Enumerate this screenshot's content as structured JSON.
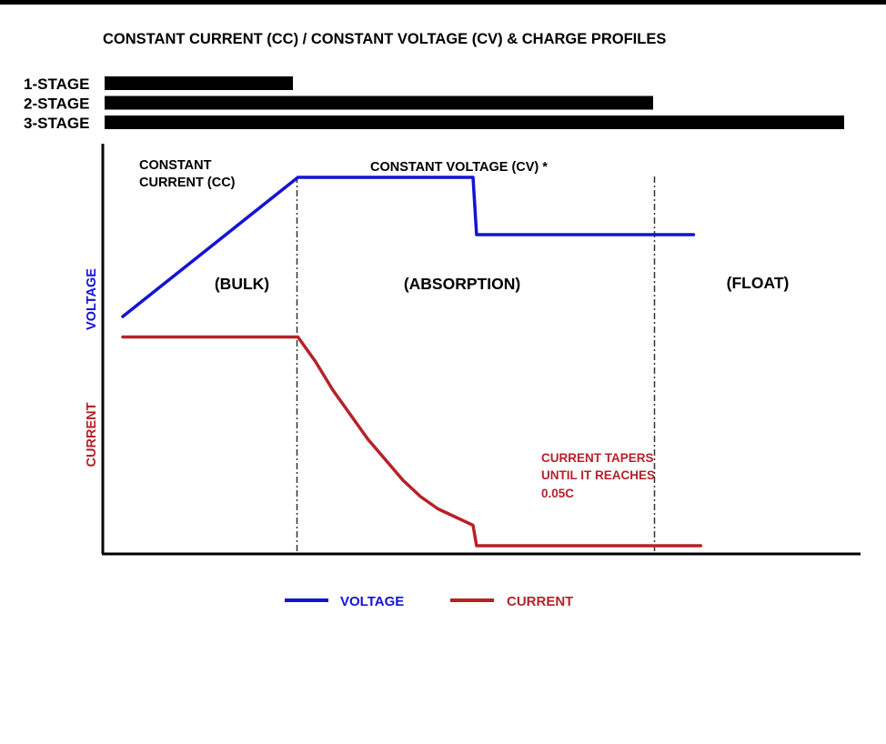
{
  "title": "CONSTANT CURRENT (CC) / CONSTANT VOLTAGE (CV) &  CHARGE PROFILES",
  "colors": {
    "voltage": "#1414d2",
    "current": "#b52228",
    "ink": "#000000"
  },
  "stage_bars": [
    {
      "label": "1-STAGE",
      "extent_x": 1
    },
    {
      "label": "2-STAGE",
      "extent_x": 2
    },
    {
      "label": "3-STAGE",
      "extent_x": 3
    }
  ],
  "region_labels": {
    "cc_line1": "CONSTANT",
    "cc_line2": "CURRENT (CC)",
    "cv": "CONSTANT VOLTAGE (CV) *",
    "bulk": "(BULK)",
    "absorption": "(ABSORPTION)",
    "float": "(FLOAT)"
  },
  "axis_labels": {
    "voltage": "VOLTAGE",
    "current": "CURRENT"
  },
  "annotation": {
    "line1": "CURRENT TAPERS",
    "line2": "UNTIL IT REACHES",
    "line3": "0.05C"
  },
  "legend": {
    "voltage": "VOLTAGE",
    "current": "CURRENT"
  },
  "chart_data": {
    "type": "line",
    "title": "CONSTANT CURRENT (CC) / CONSTANT VOLTAGE (CV) &  CHARGE PROFILES",
    "xlabel": "",
    "ylabel": "",
    "xlim": [
      0,
      3.3
    ],
    "ylim": [
      0,
      1
    ],
    "grid": false,
    "legend_position": "bottom",
    "phase_boundaries": [
      1,
      2
    ],
    "series": [
      {
        "name": "VOLTAGE",
        "color": "#1414d2",
        "points": [
          [
            0,
            0.58
          ],
          [
            1,
            0.92
          ],
          [
            2,
            0.92
          ],
          [
            2.02,
            0.78
          ],
          [
            3.26,
            0.78
          ]
        ]
      },
      {
        "name": "CURRENT",
        "color": "#b52228",
        "points": [
          [
            0,
            0.53
          ],
          [
            1,
            0.53
          ],
          [
            1.1,
            0.47
          ],
          [
            1.2,
            0.4
          ],
          [
            1.3,
            0.34
          ],
          [
            1.4,
            0.28
          ],
          [
            1.5,
            0.23
          ],
          [
            1.6,
            0.18
          ],
          [
            1.7,
            0.14
          ],
          [
            1.8,
            0.11
          ],
          [
            1.9,
            0.09
          ],
          [
            2,
            0.07
          ],
          [
            2.02,
            0.02
          ],
          [
            3.3,
            0.02
          ]
        ]
      }
    ]
  }
}
